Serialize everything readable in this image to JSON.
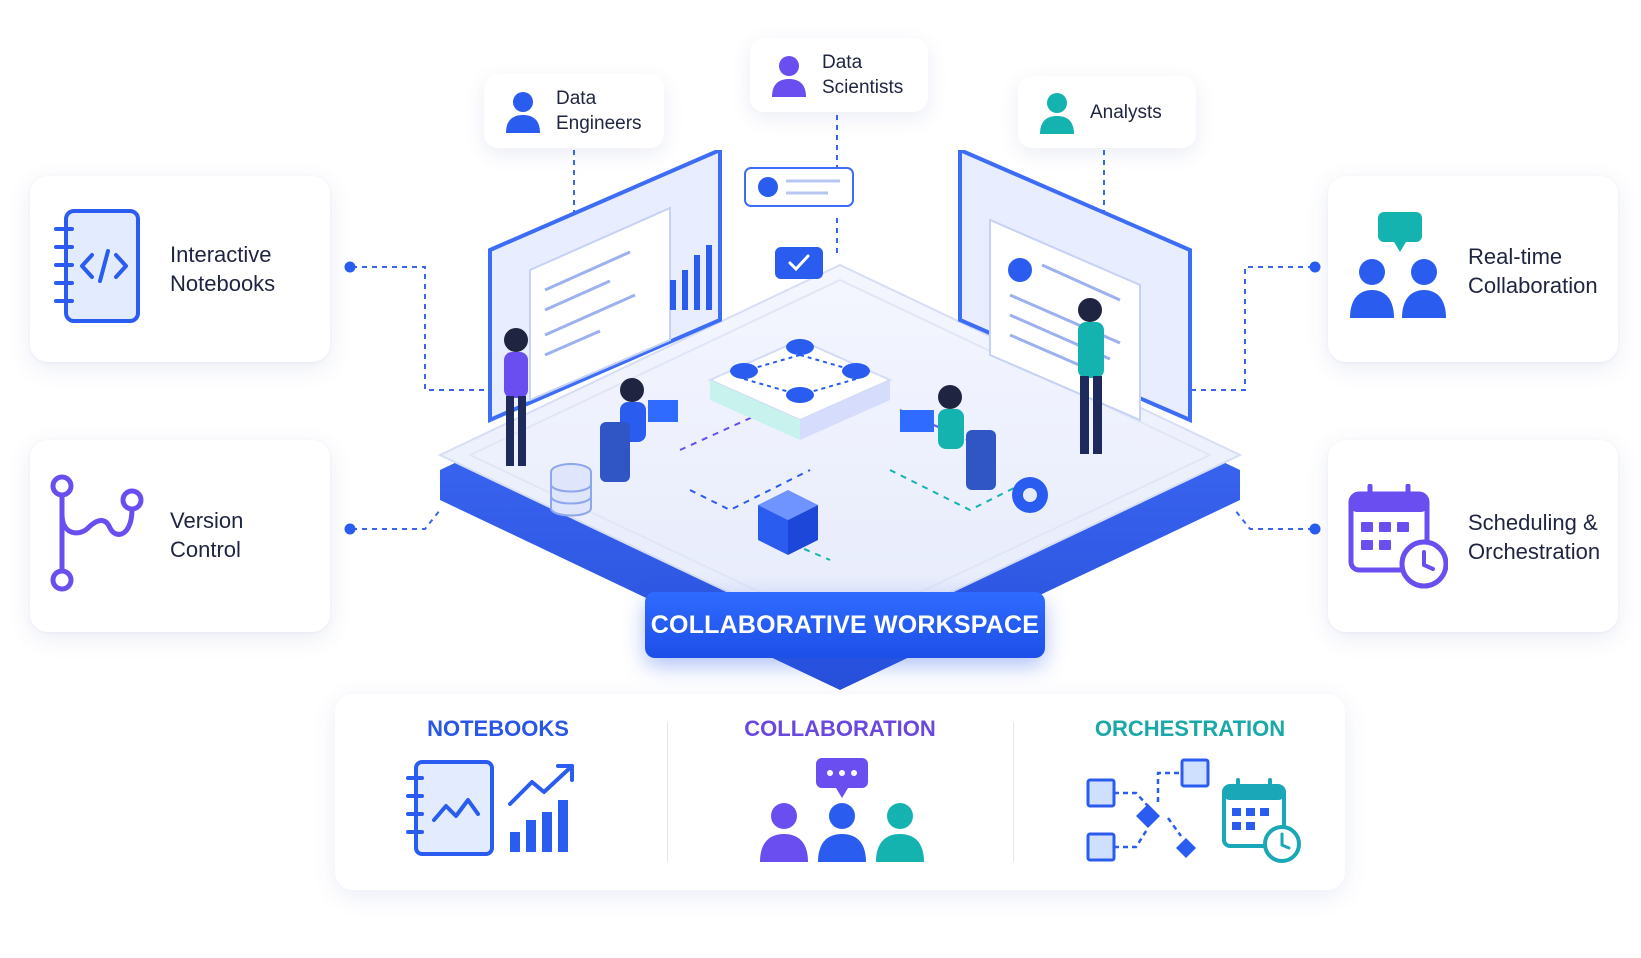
{
  "roles": {
    "data_engineers": "Data\nEngineers",
    "data_scientists": "Data\nScientists",
    "analysts": "Analysts"
  },
  "features": {
    "interactive_notebooks": "Interactive\nNotebooks",
    "version_control": "Version\nControl",
    "realtime_collaboration": "Real-time\nCollaboration",
    "scheduling": "Scheduling &\nOrchestration"
  },
  "workspace_label": "COLLABORATIVE WORKSPACE",
  "bottom": {
    "notebooks": "NOTEBOOKS",
    "collaboration": "COLLABORATION",
    "orchestration": "ORCHESTRATION"
  },
  "colors": {
    "primary_blue": "#2a5cf0",
    "purple": "#6a4ef0",
    "teal": "#14b3b0",
    "notebooks_title": "#2a56e8",
    "collaboration_title": "#6a48e0",
    "orchestration_title": "#1aa8a8"
  },
  "icons": {
    "data_engineers": "user-icon",
    "data_scientists": "user-icon",
    "analysts": "user-icon",
    "interactive_notebooks": "notebook-code-icon",
    "version_control": "git-branch-icon",
    "realtime_collaboration": "team-chat-icon",
    "scheduling": "calendar-clock-icon"
  }
}
